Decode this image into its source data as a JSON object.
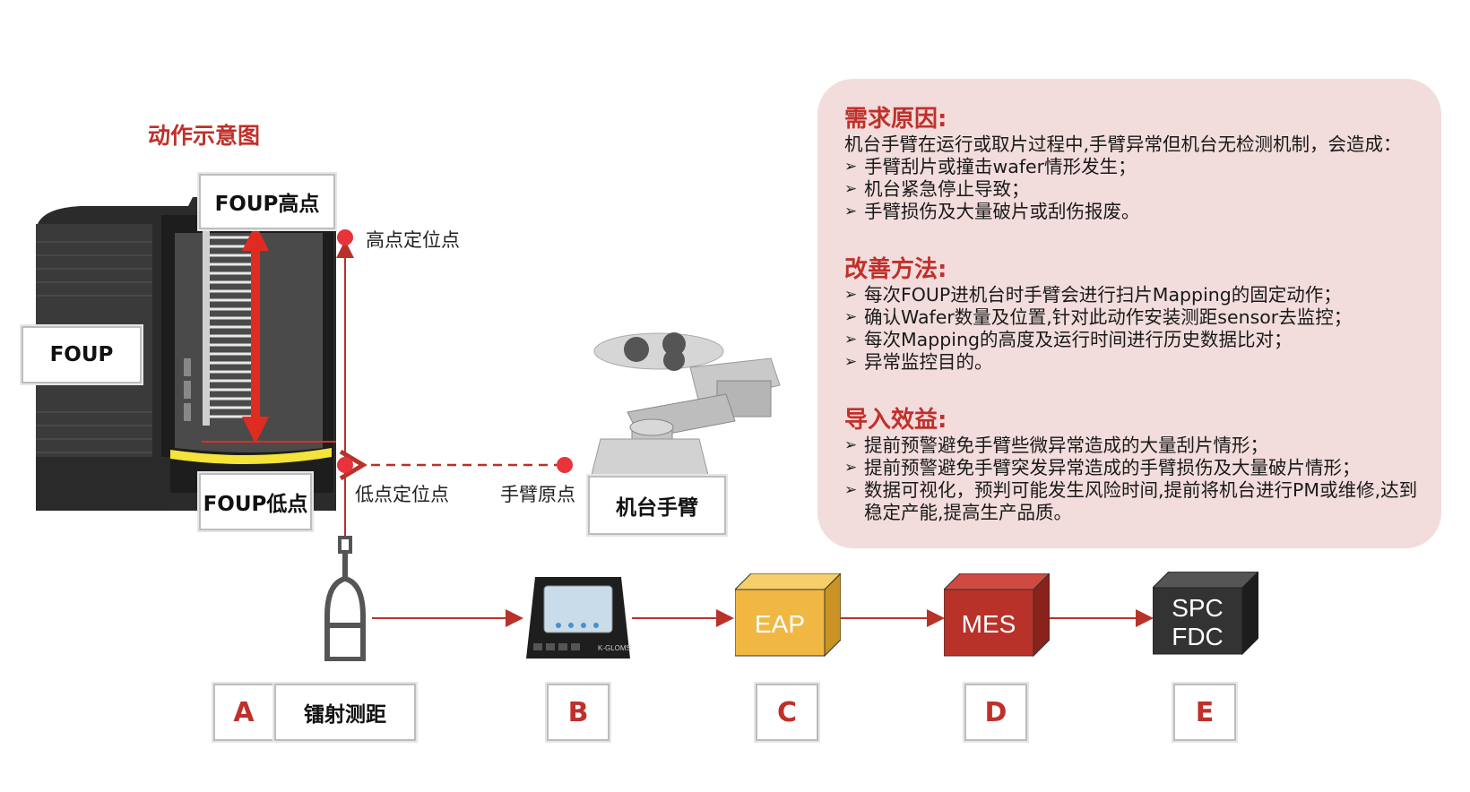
{
  "title": "动作示意图",
  "labels": {
    "foup_high": "FOUP高点",
    "foup": "FOUP",
    "foup_low": "FOUP低点",
    "high_point": "高点定位点",
    "low_point": "低点定位点",
    "arm_origin": "手臂原点",
    "robot_arm": "机台手臂"
  },
  "panel": {
    "reason_title": "需求原因:",
    "reason_intro": "机台手臂在运行或取片过程中,手臂异常但机台无检测机制，会造成：",
    "reason_items": [
      "手臂刮片或撞击wafer情形发生；",
      "机台紧急停止导致；",
      "手臂损伤及大量破片或刮伤报废。"
    ],
    "method_title": "改善方法:",
    "method_items": [
      "每次FOUP进机台时手臂会进行扫片Mapping的固定动作；",
      "确认Wafer数量及位置,针对此动作安装测距sensor去监控；",
      "每次Mapping的高度及运行时间进行历史数据比对；",
      "异常监控目的。"
    ],
    "benefit_title": "导入效益:",
    "benefit_items": [
      "提前预警避免手臂些微异常造成的大量刮片情形；",
      "提前预警避免手臂突发异常造成的手臂损伤及大量破片情形；",
      "数据可视化，预判可能发生风险时间,提前将机台进行PM或维修,达到稳定产能,提高生产品质。"
    ]
  },
  "flow": {
    "a": "A",
    "laser": "镭射测距",
    "b": "B",
    "device_brand": "K-GLOMS",
    "c": "C",
    "eap": "EAP",
    "d": "D",
    "mes": "MES",
    "e": "E",
    "spc": "SPC",
    "fdc": "FDC"
  },
  "colors": {
    "accent_red": "#c0302a",
    "eap": "#f0b843",
    "mes": "#b8322a",
    "spc": "#333333",
    "panel_bg": "#f2dcdc"
  }
}
